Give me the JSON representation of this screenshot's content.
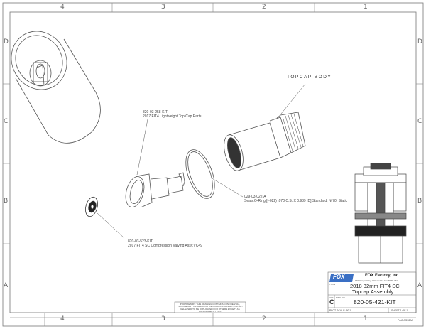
{
  "sheet": {
    "zone_columns": [
      "4",
      "3",
      "2",
      "1"
    ],
    "zone_rows": [
      "D",
      "C",
      "B",
      "A"
    ]
  },
  "callouts": {
    "topcap_body": "TOPCAP BODY",
    "top_cap_parts": {
      "part": "820-03-258-KIT",
      "description": "2017 FIT4 Lightweight Top Cap Parts"
    },
    "oring": {
      "part": "029-03-022-A",
      "description": "Seals:O-Ring [(-022) .070 C.S. X 0.989 ID] Standard, N-70, Static"
    },
    "compression": {
      "part": "820-03-523-KIT",
      "description": "2017 FIT4 SC Compression Valving Assy,VC49"
    }
  },
  "proprietary_notice": "PROPRIETARY: THIS DRAWING CONTAINS CONFIDENTIAL, PROPRIETARY INFORMATION THAT IS FOX PROPERTY, OR NOT RELEASED TO BE DUPLICATED FOR OTHERS EXCEPT AS AUTHORIZED BY FOX.",
  "title_block": {
    "logo": "FOX",
    "company": "FOX Factory, Inc.",
    "address": "130 Hangar Way, Watsonville, CA 95076 USA",
    "title_label": "TITLE",
    "title_line1": "2018 32mm FIT4 SC",
    "title_line2": "Topcap Assembly",
    "size_label": "SIZE",
    "size": "C",
    "dwg_label": "DWG NO",
    "dwg_no": "820-05-421-KIT",
    "plot_scale": "PLOT SCALE: 50:1",
    "sheet": "SHEET 1 OF 1",
    "type": "ProE ASSEM"
  },
  "colors": {
    "line": "#555555",
    "logo": "#3a6fc4"
  }
}
